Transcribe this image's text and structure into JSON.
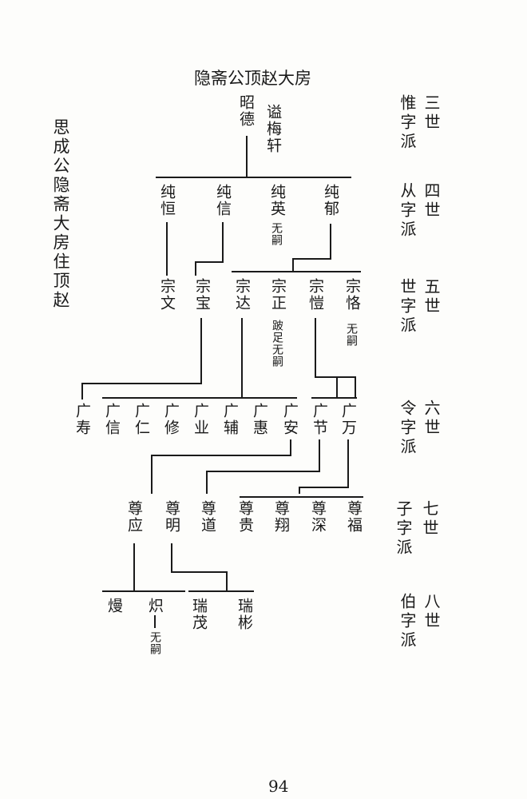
{
  "title": "隐斋公顶赵大房",
  "side_note": "思成公隐斋大房住顶赵",
  "page_number": "94",
  "generations": [
    {
      "name": "三世",
      "branch": "惟字派"
    },
    {
      "name": "四世",
      "branch": "从字派"
    },
    {
      "name": "五世",
      "branch": "世字派"
    },
    {
      "name": "六世",
      "branch": "令字派"
    },
    {
      "name": "七世",
      "branch": "子字派"
    },
    {
      "name": "八世",
      "branch": "伯字派"
    }
  ],
  "gen3": {
    "name": "昭德",
    "posthumous": "谥梅轩"
  },
  "gen4": [
    {
      "name": "纯恒"
    },
    {
      "name": "纯信"
    },
    {
      "name": "纯英",
      "note": "无嗣"
    },
    {
      "name": "纯郁"
    }
  ],
  "gen5": [
    {
      "name": "宗文"
    },
    {
      "name": "宗宝"
    },
    {
      "name": "宗达"
    },
    {
      "name": "宗正",
      "note": "跛足无嗣"
    },
    {
      "name": "宗愷"
    },
    {
      "name": "宗恪",
      "note": "无嗣"
    }
  ],
  "gen6": [
    {
      "name": "广寿"
    },
    {
      "name": "广信"
    },
    {
      "name": "广仁"
    },
    {
      "name": "广修"
    },
    {
      "name": "广业"
    },
    {
      "name": "广辅"
    },
    {
      "name": "广惠"
    },
    {
      "name": "广安"
    },
    {
      "name": "广节"
    },
    {
      "name": "广万"
    }
  ],
  "gen7": [
    {
      "name": "尊应"
    },
    {
      "name": "尊明"
    },
    {
      "name": "尊道"
    },
    {
      "name": "尊贵"
    },
    {
      "name": "尊翔"
    },
    {
      "name": "尊深"
    },
    {
      "name": "尊福"
    }
  ],
  "gen8": [
    {
      "name": "熳"
    },
    {
      "name": "炽",
      "note": "无嗣"
    },
    {
      "name": "瑞茂"
    },
    {
      "name": "瑞彬"
    }
  ]
}
